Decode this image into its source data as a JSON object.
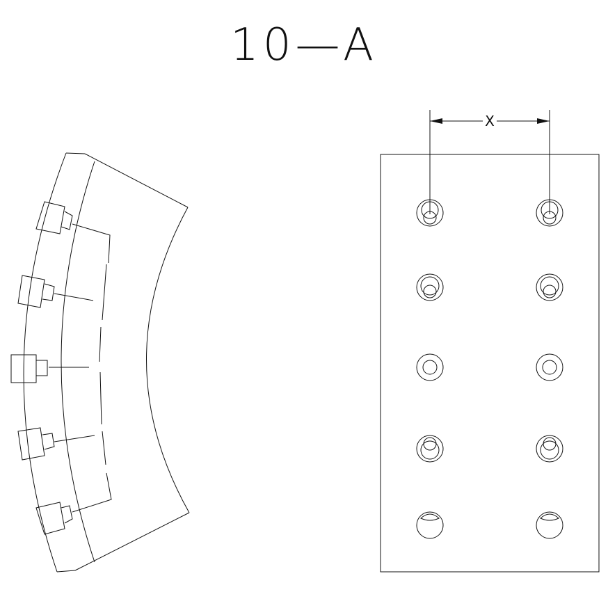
{
  "title": "10—A",
  "dimension_label": "X",
  "side_view": {
    "rivet_count": 5
  },
  "plan_view": {
    "columns": 2,
    "rows": 5
  }
}
